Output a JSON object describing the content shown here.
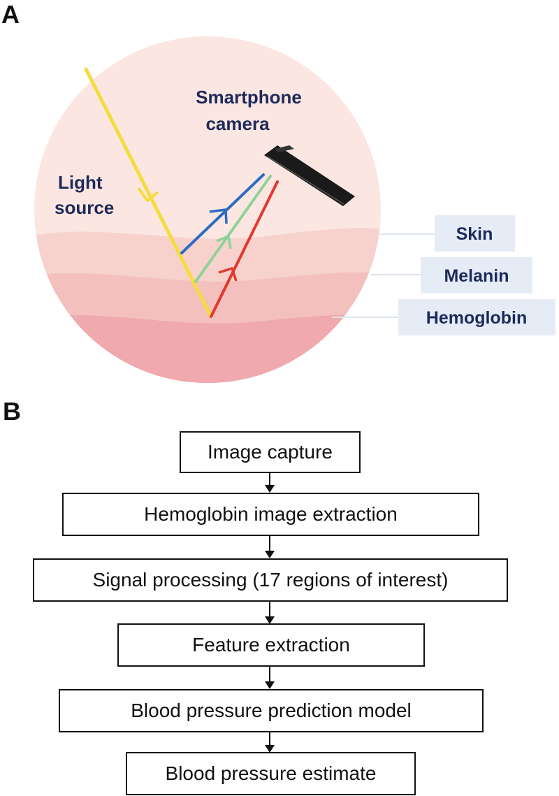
{
  "panel_a": {
    "letter": "A",
    "labels": {
      "smartphone_line1": "Smartphone",
      "smartphone_line2": "camera",
      "light_line1": "Light",
      "light_line2": "source",
      "skin": "Skin",
      "melanin": "Melanin",
      "hemoglobin": "Hemoglobin"
    },
    "colors": {
      "circle_bg": "#fbe6e1",
      "skin_layer": "#f7d2cc",
      "melanin_layer": "#f3c0bd",
      "hemoglobin_layer": "#f0a9ae",
      "light_ray": "#f6dc3d",
      "blue_ray": "#2c6cc4",
      "green_ray": "#8fd19a",
      "red_ray": "#e2382f",
      "label_text": "#1d2a5a",
      "label_box": "#e6ecf6"
    }
  },
  "panel_b": {
    "letter": "B",
    "steps": [
      "Image capture",
      "Hemoglobin image extraction",
      "Signal processing (17 regions of interest)",
      "Feature extraction",
      "Blood pressure prediction model",
      "Blood pressure estimate"
    ]
  }
}
